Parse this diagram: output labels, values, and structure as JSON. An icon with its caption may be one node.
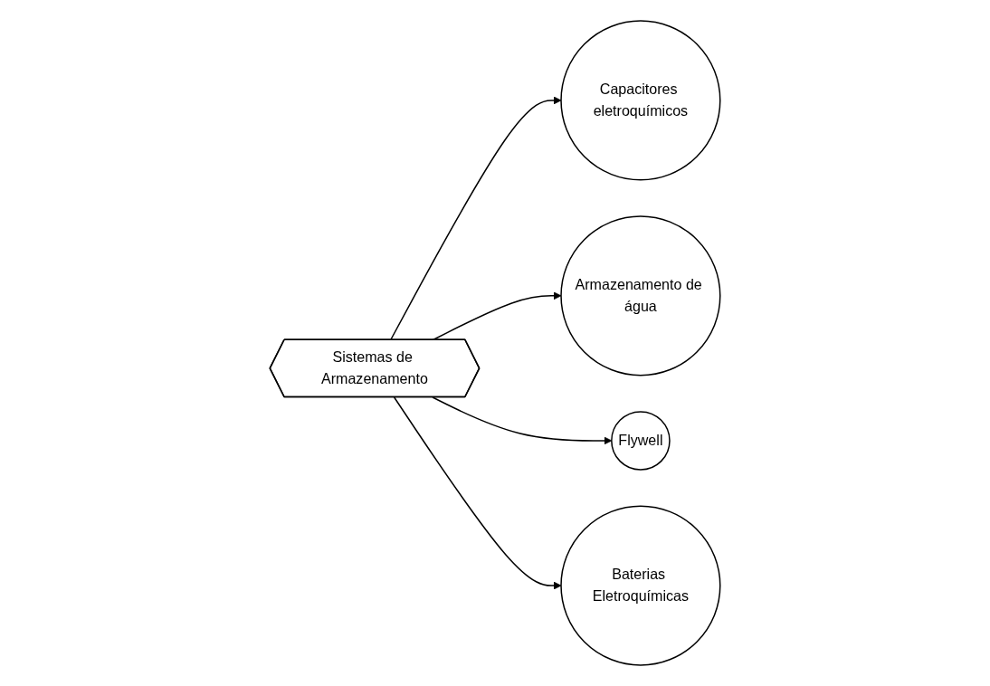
{
  "diagram": {
    "nodes": [
      {
        "text": [
          "Capacitores eletroquímicos"
        ]
      },
      {
        "text": [
          "Armazenamento de água"
        ]
      },
      {
        "text": [
          "Sistemas de Armazenamento"
        ]
      },
      {
        "text": [
          "Flywell"
        ]
      },
      {
        "text": [
          "Baterias Eletroquímicas"
        ]
      }
    ],
    "edges": [
      {
        "from": 2,
        "to": 0,
        "arrow": "to"
      },
      {
        "from": 2,
        "to": 1,
        "arrow": "to"
      },
      {
        "from": 2,
        "to": 3,
        "arrow": "to"
      },
      {
        "from": 2,
        "to": 4,
        "arrow": "to"
      }
    ]
  }
}
